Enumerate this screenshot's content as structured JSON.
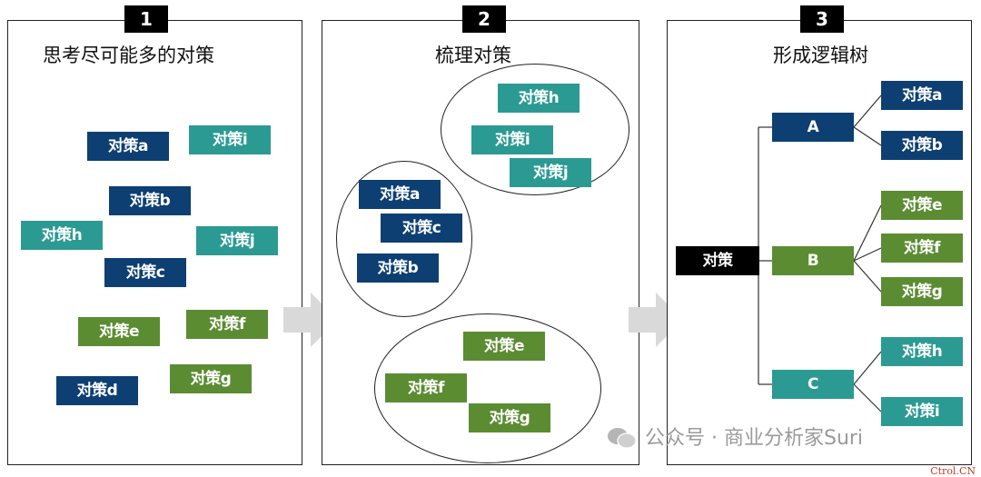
{
  "steps": [
    {
      "num": "1",
      "title": "思考尽可能多的对策"
    },
    {
      "num": "2",
      "title": "梳理对策"
    },
    {
      "num": "3",
      "title": "形成逻辑树"
    }
  ],
  "panel1": {
    "items": [
      "对策a",
      "对策i",
      "对策b",
      "对策h",
      "对策j",
      "对策c",
      "对策e",
      "对策f",
      "对策d",
      "对策g"
    ]
  },
  "panel2": {
    "group_top": [
      "对策h",
      "对策i",
      "对策j"
    ],
    "group_left": [
      "对策a",
      "对策c",
      "对策b"
    ],
    "group_bottom": [
      "对策e",
      "对策f",
      "对策g"
    ]
  },
  "panel3": {
    "root": "对策",
    "branches": [
      {
        "label": "A",
        "leaves": [
          "对策a",
          "对策b"
        ]
      },
      {
        "label": "B",
        "leaves": [
          "对策e",
          "对策f",
          "对策g"
        ]
      },
      {
        "label": "C",
        "leaves": [
          "对策h",
          "对策i"
        ]
      }
    ]
  },
  "colors": {
    "navy": "#0d3f73",
    "teal": "#2b9a93",
    "green": "#5b8c32",
    "black": "#000000"
  },
  "watermark": "公众号 · 商业分析家Suri",
  "footer": "Ctrol.CN"
}
